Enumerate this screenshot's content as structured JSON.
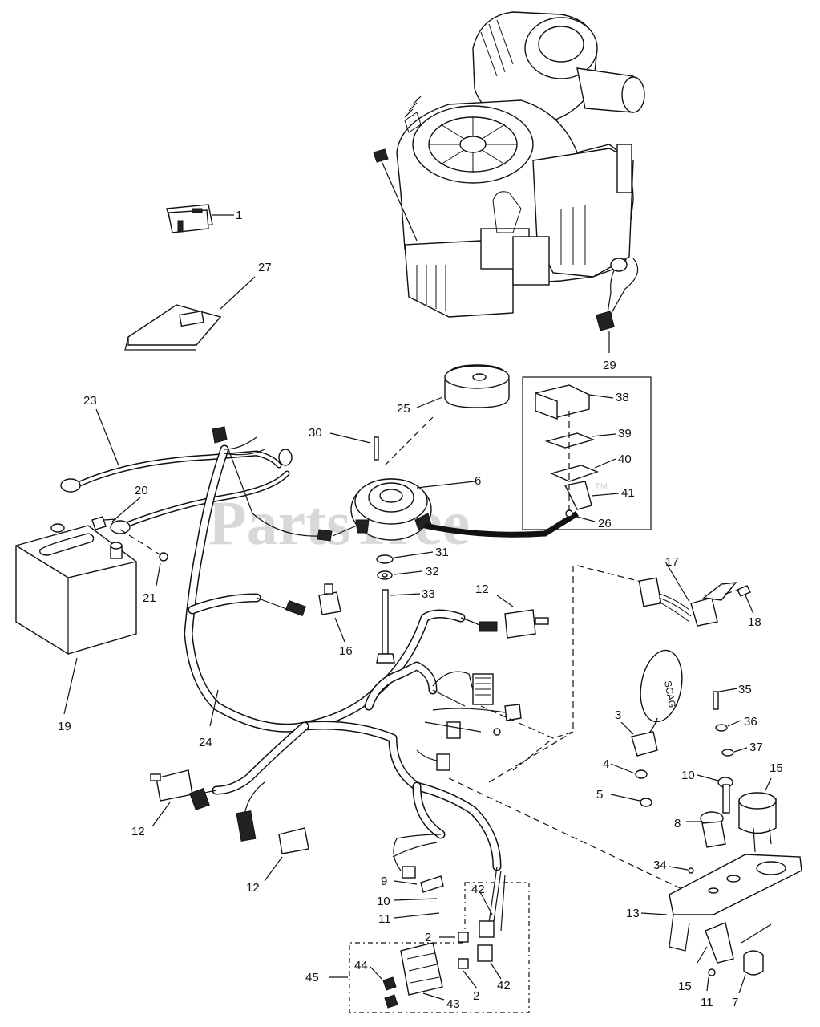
{
  "watermark": {
    "text": "PartsTree",
    "tm": "TM"
  },
  "labels": [
    {
      "id": "lbl-1",
      "text": "1"
    },
    {
      "id": "lbl-27",
      "text": "27"
    },
    {
      "id": "lbl-29",
      "text": "29"
    },
    {
      "id": "lbl-23",
      "text": "23"
    },
    {
      "id": "lbl-25",
      "text": "25"
    },
    {
      "id": "lbl-30",
      "text": "30"
    },
    {
      "id": "lbl-38",
      "text": "38"
    },
    {
      "id": "lbl-39",
      "text": "39"
    },
    {
      "id": "lbl-40",
      "text": "40"
    },
    {
      "id": "lbl-41",
      "text": "41"
    },
    {
      "id": "lbl-26",
      "text": "26"
    },
    {
      "id": "lbl-6",
      "text": "6"
    },
    {
      "id": "lbl-20",
      "text": "20"
    },
    {
      "id": "lbl-21",
      "text": "21"
    },
    {
      "id": "lbl-31",
      "text": "31"
    },
    {
      "id": "lbl-32",
      "text": "32"
    },
    {
      "id": "lbl-33",
      "text": "33"
    },
    {
      "id": "lbl-12a",
      "text": "12"
    },
    {
      "id": "lbl-17",
      "text": "17"
    },
    {
      "id": "lbl-18",
      "text": "18"
    },
    {
      "id": "lbl-19",
      "text": "19"
    },
    {
      "id": "lbl-16",
      "text": "16"
    },
    {
      "id": "lbl-24",
      "text": "24"
    },
    {
      "id": "lbl-35",
      "text": "35"
    },
    {
      "id": "lbl-3",
      "text": "3"
    },
    {
      "id": "lbl-36",
      "text": "36"
    },
    {
      "id": "lbl-37",
      "text": "37"
    },
    {
      "id": "lbl-4",
      "text": "4"
    },
    {
      "id": "lbl-10a",
      "text": "10"
    },
    {
      "id": "lbl-15a",
      "text": "15"
    },
    {
      "id": "lbl-5",
      "text": "5"
    },
    {
      "id": "lbl-12b",
      "text": "12"
    },
    {
      "id": "lbl-8",
      "text": "8"
    },
    {
      "id": "lbl-12c",
      "text": "12"
    },
    {
      "id": "lbl-9",
      "text": "9"
    },
    {
      "id": "lbl-34",
      "text": "34"
    },
    {
      "id": "lbl-10b",
      "text": "10"
    },
    {
      "id": "lbl-42a",
      "text": "42"
    },
    {
      "id": "lbl-11a",
      "text": "11"
    },
    {
      "id": "lbl-13",
      "text": "13"
    },
    {
      "id": "lbl-2a",
      "text": "2"
    },
    {
      "id": "lbl-42b",
      "text": "42"
    },
    {
      "id": "lbl-45",
      "text": "45"
    },
    {
      "id": "lbl-44",
      "text": "44"
    },
    {
      "id": "lbl-15b",
      "text": "15"
    },
    {
      "id": "lbl-2b",
      "text": "2"
    },
    {
      "id": "lbl-43",
      "text": "43"
    },
    {
      "id": "lbl-11b",
      "text": "11"
    },
    {
      "id": "lbl-7",
      "text": "7"
    }
  ],
  "ignition_key_text": "SCAG"
}
